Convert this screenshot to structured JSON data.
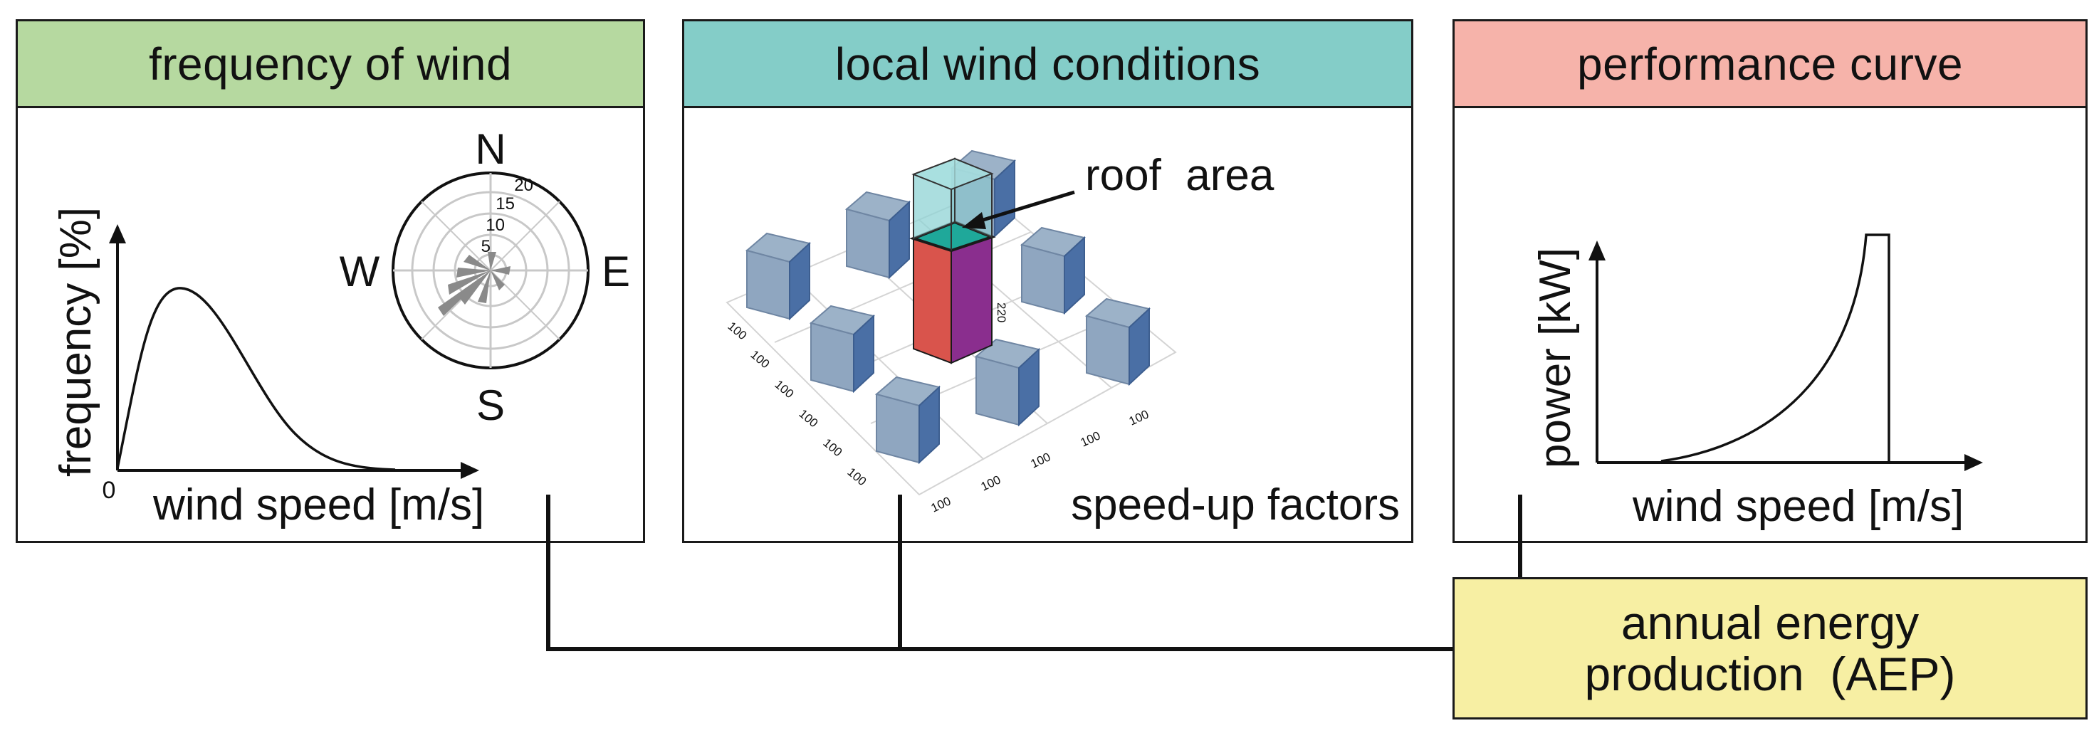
{
  "colors": {
    "frequency_header": "#b6d9a0",
    "local_header": "#84cdc8",
    "performance_header": "#f6b3aa",
    "aep_box": "#f7efa3",
    "building_face": "#5a7fb0",
    "building_top": "#9cb2c8",
    "target_left": "#d9544c",
    "target_right": "#8a2e8e",
    "target_top": "#1fa89a",
    "roof_volume": "#8fd3d4"
  },
  "frequency_panel": {
    "title": "frequency of wind",
    "ylabel": "frequency [%]",
    "xlabel": "wind speed [m/s]",
    "origin_label": "0",
    "compass": {
      "north": "N",
      "south": "S",
      "east": "E",
      "west": "W"
    },
    "rose_ticks": [
      "5",
      "10",
      "15",
      "20"
    ],
    "rose_tick_values": [
      5,
      10,
      15,
      20
    ]
  },
  "local_panel": {
    "title": "local wind conditions",
    "roof_label": "roof  area",
    "footer_label": "speed-up factors",
    "tick_label": "100",
    "height_label": "220"
  },
  "performance_panel": {
    "title": "performance curve",
    "ylabel": "power [kW]",
    "xlabel": "wind speed [m/s]"
  },
  "aep": {
    "line1": "annual energy",
    "line2": "production  (AEP)"
  },
  "icons": [
    "arrow-icon",
    "wind-rose-icon",
    "building-grid-icon"
  ]
}
